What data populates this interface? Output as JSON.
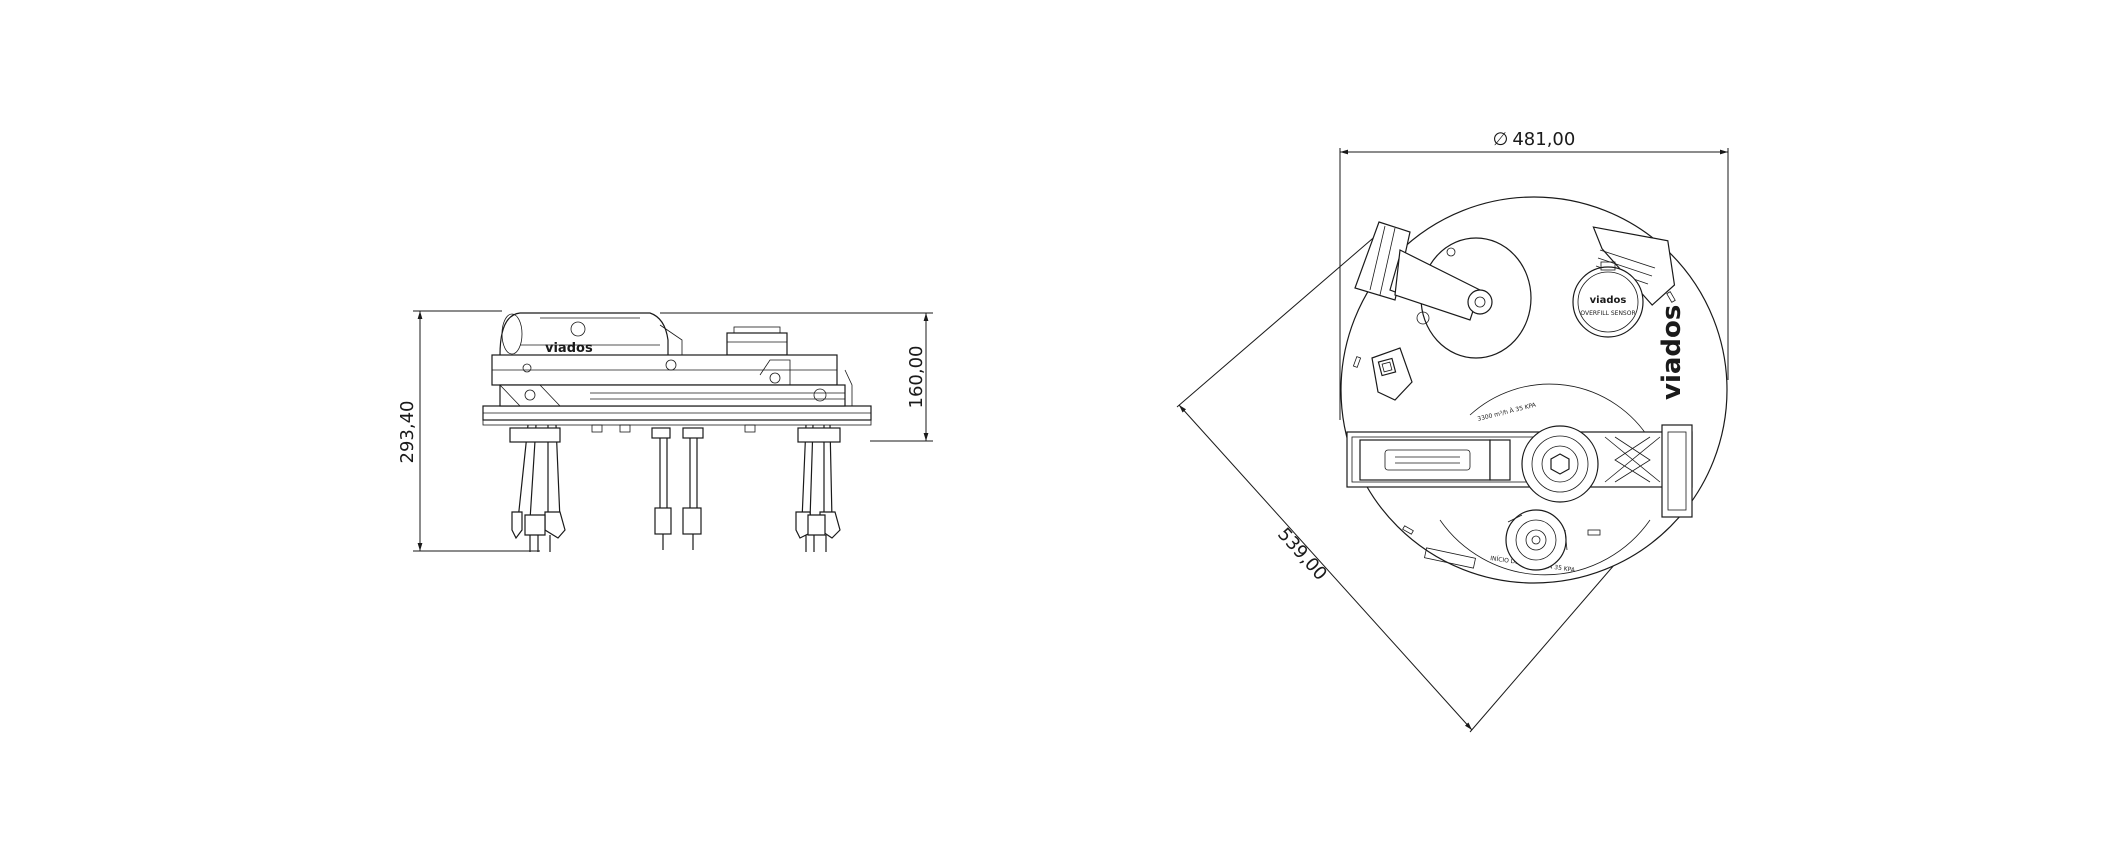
{
  "side_view": {
    "height_total": "293,40",
    "height_top": "160,00",
    "brand_mark": "viados"
  },
  "plan_view": {
    "diameter": "481,00",
    "diameter_symbol": "∅",
    "diagonal": "539,00",
    "brand": "viados",
    "cap_brand": "viados",
    "cap_label": "OVERFILL SENSOR",
    "flow_text": "3300 m³/h À 35 KPA",
    "opening_text": "INÍCIO DE ABERTURA 35 KPA"
  },
  "colors": {
    "line": "#1a1a1a",
    "background": "#ffffff"
  }
}
